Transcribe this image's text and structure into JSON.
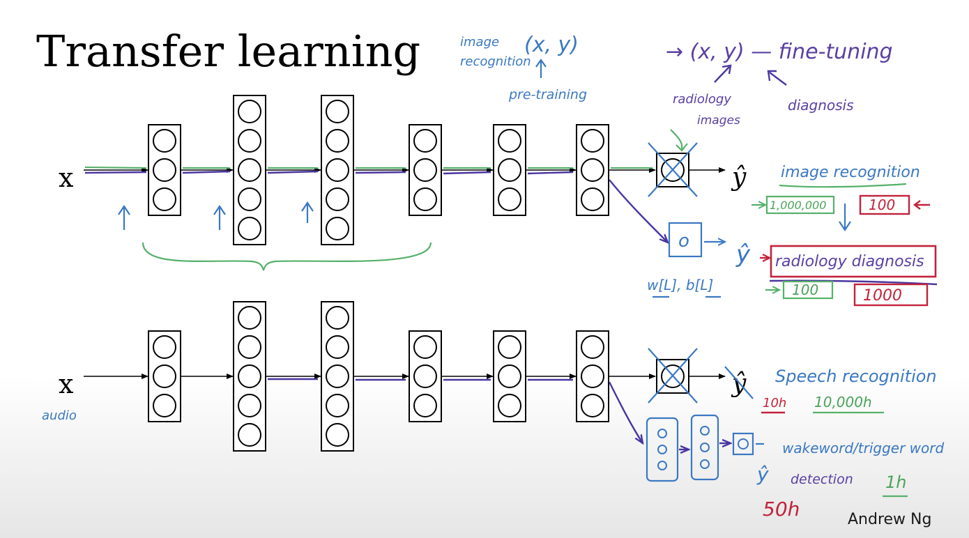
{
  "slide": {
    "title": "Transfer learning",
    "credit": "Andrew Ng"
  },
  "network_top": {
    "input_label": "x",
    "output_label": "ŷ",
    "layer_sizes": [
      3,
      5,
      5,
      3,
      3,
      3
    ]
  },
  "network_bottom": {
    "input_label": "x",
    "output_label": "ŷ",
    "layer_sizes": [
      3,
      5,
      5,
      3,
      3,
      3
    ]
  },
  "annotations": {
    "image_recognition_note": [
      "image",
      "recognition"
    ],
    "pretrain_pair": "(x, y)",
    "pretraining": "pre-training",
    "finetune_pair": "→ (x, y) — fine-tuning",
    "radiology_images": [
      "radiology",
      "images"
    ],
    "diagnosis": "diagnosis",
    "image_recognition": "image recognition",
    "count_large": "1,000,000",
    "count_100": "100",
    "radiology_diagnosis": "radiology diagnosis",
    "count_100_small": "100",
    "count_1000": "1000",
    "weights": "w[L], b[L]",
    "new_node": "o",
    "new_yhat": "ŷ",
    "audio": "audio",
    "speech_recognition": "Speech recognition",
    "hours_10h": "10h",
    "hours_10000h": "10,000h",
    "wakeword": "wakeword/trigger word",
    "detection": "detection",
    "hours_1h": "1h",
    "hours_50h": "50h"
  }
}
